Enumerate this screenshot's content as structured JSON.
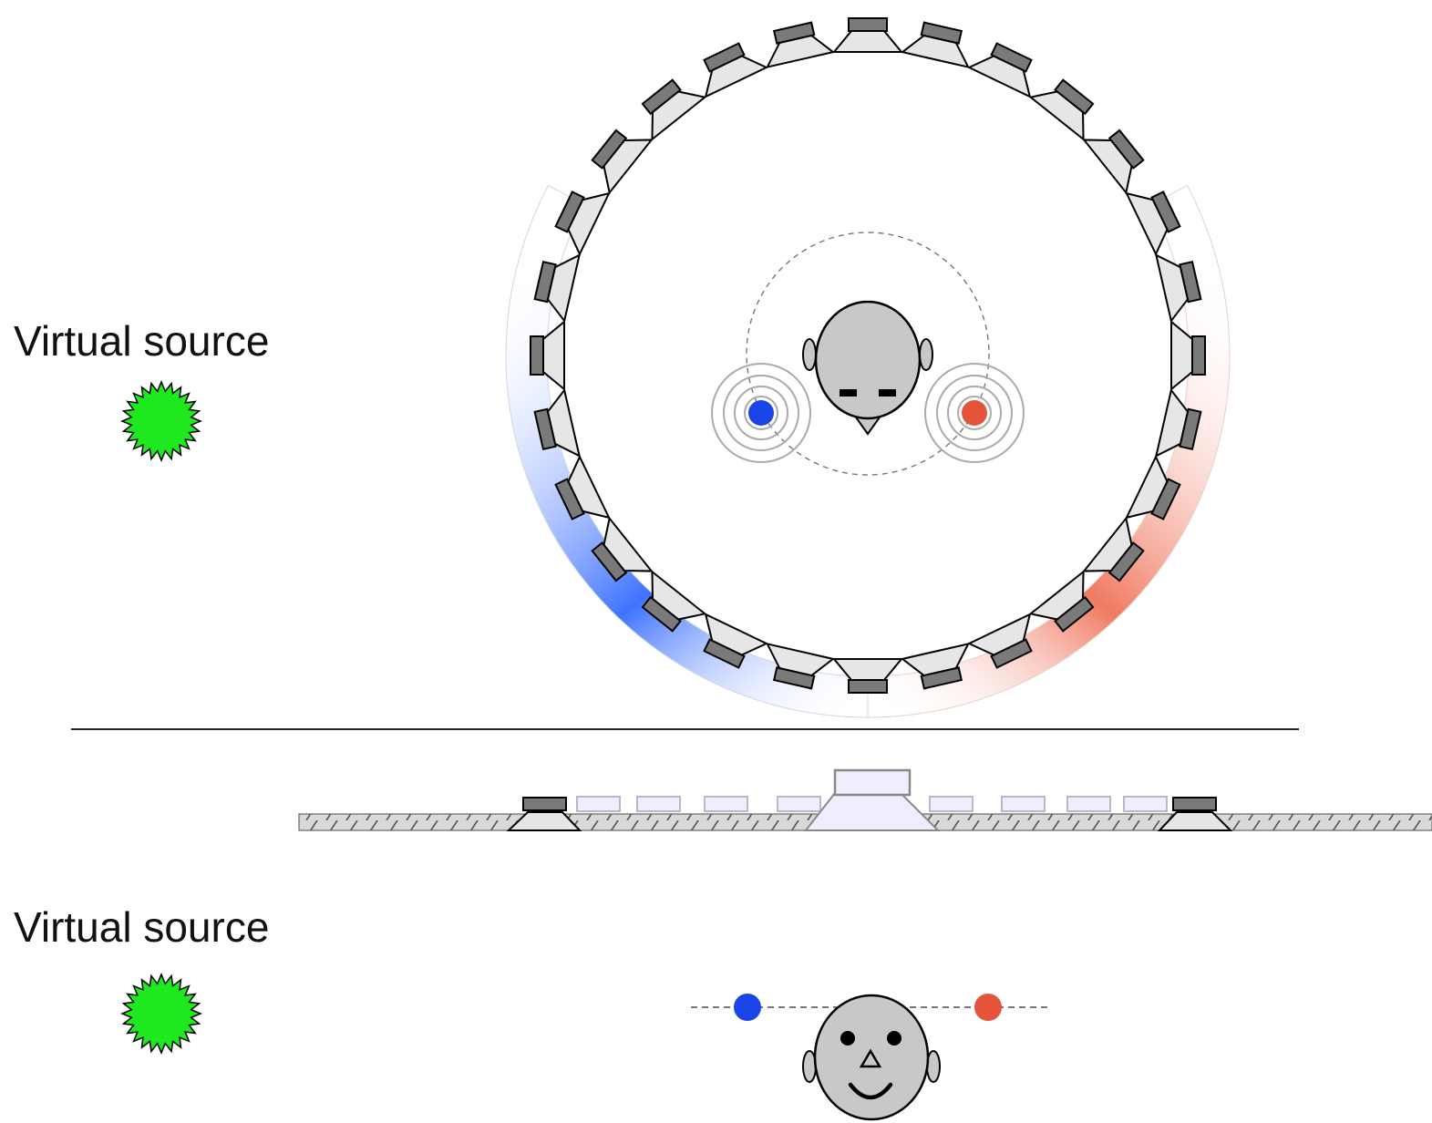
{
  "top_panel": {
    "source_label": "Virtual source",
    "loudspeaker_count": 28
  },
  "bottom_panel": {
    "source_label": "Virtual source"
  },
  "colors": {
    "virtual_source": "#1ee81e",
    "left_ear": "#1b44e6",
    "right_ear": "#e4533a",
    "left_arc": "#3f72ff",
    "right_arc": "#f07a62",
    "head": "#c8c8c8",
    "speaker_body": "#e6e6e6",
    "speaker_magnet": "#7a7a7a",
    "ghost_speaker": "#eeeeff",
    "divider": "#222222"
  },
  "icons": {
    "source": "starburst-icon",
    "speaker": "loudspeaker-icon",
    "head": "head-icon"
  }
}
